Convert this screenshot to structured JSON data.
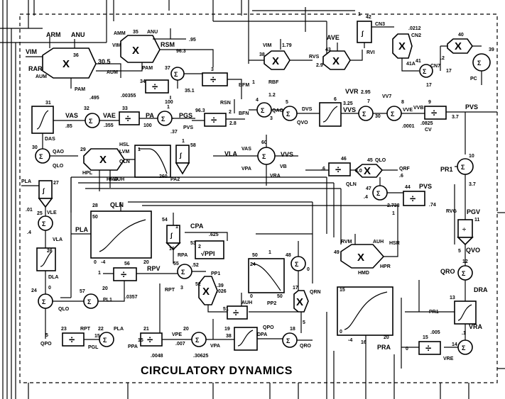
{
  "title": "CIRCULATORY DYNAMICS",
  "blocks": {
    "b36": {
      "num": "36",
      "sym": "X",
      "ins": [
        "ARM",
        "ANU",
        "VIM",
        "RAR",
        "AUM"
      ],
      "out": "30.5",
      "sub": "PAM"
    },
    "b35": {
      "num": "35",
      "sym": "X",
      "ins": [
        "AMM",
        "VIM",
        "ANU"
      ],
      "out": "RSM",
      "k1": ".95",
      "k2": "96.3",
      "sub": "PAM"
    },
    "b37": {
      "num": "37",
      "sym": "Σ",
      "out": "35.1",
      "sub": "100",
      "left": "AUM"
    },
    "b34": {
      "num": "34",
      "sym": "÷"
    },
    "b3": {
      "num": "3",
      "sym": "÷"
    },
    "b2": {
      "num": "2",
      "sym": "÷",
      "ins": [
        "RSN"
      ],
      "k": "96.3",
      "out": "2.8"
    },
    "b38": {
      "num": "38",
      "sym": "X",
      "ins": [
        "VIM"
      ],
      "k": "1.79"
    },
    "b43": {
      "num": "43",
      "sym": "X",
      "ins": [
        "AVE"
      ],
      "left": "RVS",
      "k": "2.9"
    },
    "b42": {
      "num": "42",
      "sym": "∫",
      "k": "1",
      "out": "RVI"
    },
    "cn3": {
      "label": "CN3",
      "k": ".0212",
      "out": "CN2"
    },
    "b41a": {
      "num": "41A",
      "sym": "X"
    },
    "b40": {
      "num": "40",
      "sym": "X",
      "k1": ".2",
      "k2": "CN7",
      "k3": "17"
    },
    "b41": {
      "num": "41",
      "sym": "Σ",
      "k": "17"
    },
    "b39": {
      "num": "39",
      "sym": "Σ",
      "out": "PC"
    },
    "b31": {
      "num": "31",
      "sym": "∫",
      "out": "DAS"
    },
    "b32": {
      "num": "32",
      "sym": "Σ",
      "ins": [
        "VAS"
      ],
      "k1": ".495",
      "k2": ".85",
      "out": "VAE",
      "k3": ".355"
    },
    "b33": {
      "num": "33",
      "sym": "÷",
      "k": ".00355",
      "out": "PA",
      "k2": "100"
    },
    "b1": {
      "num": "1",
      "sym": "Σ",
      "out": "PGS",
      "k": ".37",
      "ins": [
        "PVS"
      ]
    },
    "b4": {
      "num": "4",
      "sym": "Σ",
      "ins": [
        "BFM",
        "RBF",
        "BFN"
      ],
      "k1": "1",
      "k2": "1.2",
      "out": "QAO",
      "sub": "3"
    },
    "b5": {
      "num": "5",
      "sym": "Σ",
      "out": "QVO",
      "ins": [
        "DVS"
      ]
    },
    "b6": {
      "num": "6",
      "sym": "∫"
    },
    "b7": {
      "num": "7",
      "sym": "Σ",
      "ins": [
        "VVR"
      ],
      "k1": "2.95",
      "k2": "3.25",
      "k3": "VVS",
      "k4": "30"
    },
    "b8": {
      "num": "8",
      "sym": "Σ",
      "ins": [
        "VV7"
      ],
      "out": "VVE"
    },
    "b9": {
      "num": "9",
      "sym": "÷",
      "ins": [
        "VVB"
      ],
      "k1": ".0001",
      "k2": ".0825",
      "k3": "CV",
      "out": "PVS",
      "k4": "3.7"
    },
    "b30": {
      "num": "30",
      "sym": "Σ",
      "ins": [
        "QAO",
        "QLO"
      ]
    },
    "b29": {
      "num": "29",
      "sym": "X",
      "ins": [
        "HSL",
        "HPL",
        "LVM"
      ],
      "outs": [
        "QLN",
        "HMD",
        "AUH"
      ]
    },
    "curve1": {
      "x": "1",
      "out": "260",
      "y": "PA2"
    },
    "b58": {
      "num": "58",
      "sym": "∫",
      "k": "1",
      "out": "PA2"
    },
    "b60": {
      "num": "60",
      "sym": "Σ",
      "ins": [
        "VLA",
        "VAS",
        "VPA",
        "VRA"
      ],
      "out": "VVS",
      "k": "VB"
    },
    "b46": {
      "num": "46",
      "sym": "÷",
      "k": ".6",
      "out": "QLN"
    },
    "b45": {
      "num": "45",
      "sym": "X",
      "k1": "3.0",
      "ins": [
        "QLO",
        "QRF"
      ],
      "k2": ".6"
    },
    "b47": {
      "num": "47",
      "sym": "Σ",
      "k1": ".4",
      "k2": "2.738",
      "k3": "1"
    },
    "b44": {
      "num": "44",
      "sym": "÷",
      "ins": [
        "PVS"
      ],
      "k": ".74"
    },
    "b10": {
      "num": "10",
      "sym": "Σ",
      "ins": [
        "PR1"
      ],
      "k": "3.7"
    },
    "b11": {
      "num": "11",
      "sym": "÷",
      "ins": [
        "RVG",
        "PGV"
      ],
      "k": "5",
      "out": "QVO"
    },
    "b27": {
      "num": "27",
      "sym": "∫",
      "ins": [
        "PLA"
      ],
      "k": ".01"
    },
    "b25": {
      "num": "25",
      "sym": "Σ",
      "ins": [
        "VLE"
      ],
      "k1": ".4",
      "out": "VLA"
    },
    "b26": {
      "num": "26",
      "sym": "∫",
      "out": "DLA"
    },
    "curve28": {
      "num": "28",
      "k": "50",
      "x1": "0",
      "x2": "-4",
      "x3": "20",
      "in": "PLA",
      "top": "QLN"
    },
    "b54": {
      "num": "54",
      "sym": "∫",
      "k": "1",
      "out": "RPA",
      "k2": "16"
    },
    "b53": {
      "num": "53",
      "label": "CPA",
      "k": ".625",
      "expr": "√PPI",
      "k2": "2"
    },
    "b56": {
      "num": "56",
      "sym": "÷",
      "k": "1"
    },
    "b55": {
      "num": "55",
      "sym": "Σ",
      "ins": [
        "RPV"
      ],
      "out": "RPT",
      "k": "3",
      "k2": ".52"
    },
    "b57": {
      "num": "57",
      "sym": "Σ",
      "k1": "20",
      "k2": ".0357",
      "out": "PL1"
    },
    "b52": {
      "num": "52",
      "sym": "X",
      "ins": [
        "PP1"
      ],
      "k1": ".39",
      "k2": ".026"
    },
    "curve50": {
      "num": "50",
      "k": "1",
      "k2": "24",
      "x1": "0",
      "x2": "50",
      "out": "PP2"
    },
    "b51": {
      "num": "51",
      "sym": "÷",
      "ins": [
        "AUH"
      ]
    },
    "b48": {
      "num": "48",
      "sym": "Σ",
      "k": "0"
    },
    "b49": {
      "num": "49",
      "sym": "X",
      "ins": [
        "RVM",
        "AUH",
        "HSR"
      ],
      "outs": [
        "HMD",
        "HPR"
      ]
    },
    "b17": {
      "num": "17",
      "sym": "X",
      "ins": [
        "QRN"
      ],
      "k": "5"
    },
    "curve16": {
      "num": "15",
      "x1": "0",
      "x2": "-4",
      "x3": "20",
      "out": "PRA",
      "k": "16"
    },
    "b12": {
      "num": "12",
      "sym": "Σ",
      "ins": [
        "QRO"
      ],
      "out": "DRA"
    },
    "b13": {
      "num": "13",
      "sym": "∫"
    },
    "b14": {
      "num": "14",
      "sym": "Σ",
      "ins": [
        "VRA"
      ],
      "k1": ".1",
      "out": "VRE"
    },
    "b15": {
      "num": "15",
      "sym": "÷",
      "k1": ".005",
      "k2": "0"
    },
    "b24": {
      "num": "24",
      "sym": "Σ",
      "ins": [
        "QLO"
      ],
      "k": "0",
      "out": "QPO"
    },
    "b23": {
      "num": "23",
      "sym": "÷",
      "ins": [
        "RPT"
      ],
      "k": "5"
    },
    "b22": {
      "num": "22",
      "sym": "Σ",
      "ins": [
        "PLA"
      ],
      "out": "PGL",
      "k": "15"
    },
    "b21": {
      "num": "21",
      "sym": "÷",
      "ins": [
        "PPA"
      ],
      "k": "15",
      "k2": ".0048"
    },
    "b20": {
      "num": "20",
      "sym": "Σ",
      "ins": [
        "VPE"
      ],
      "k1": ".007",
      "out": "VPA",
      "k2": ".30625"
    },
    "b19": {
      "num": "19",
      "sym": "∫",
      "k": "38",
      "out": "DPA"
    },
    "b18": {
      "num": "18",
      "sym": "Σ",
      "ins": [
        "QPO"
      ],
      "out": "QRO"
    },
    "pr1": {
      "label": "PR1"
    }
  }
}
